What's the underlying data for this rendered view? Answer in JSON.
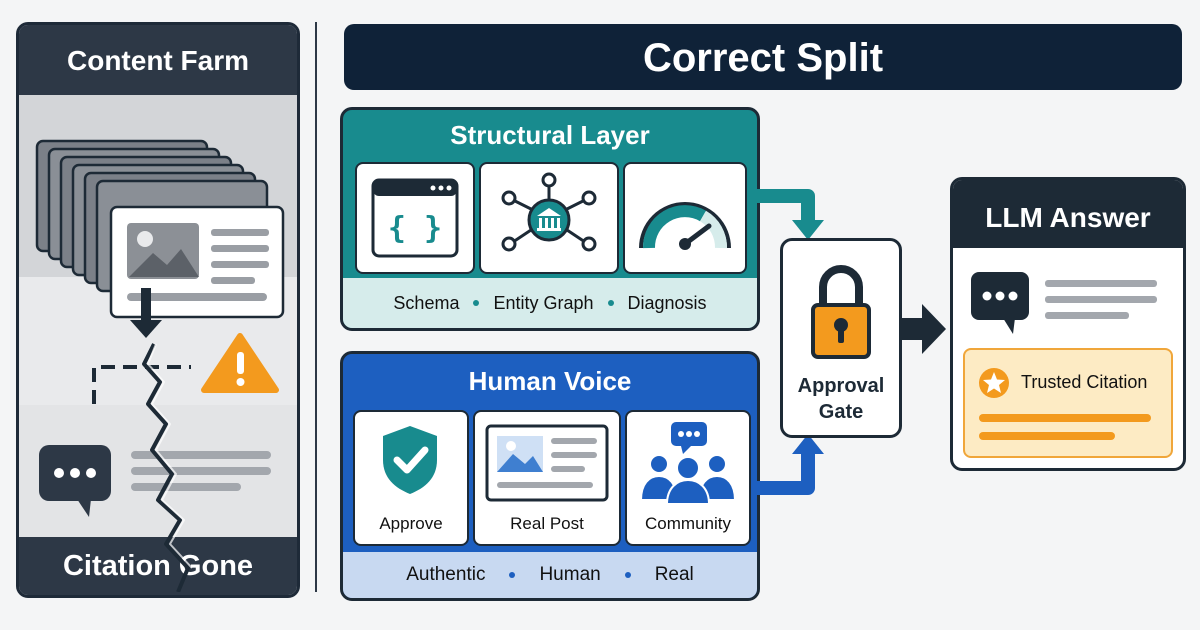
{
  "left_panel": {
    "title": "Content Farm",
    "footer": "Citation Gone",
    "warning_icon": "warning-triangle-icon"
  },
  "banner": {
    "title": "Correct Split"
  },
  "structural_layer": {
    "title": "Structural Layer",
    "icons": [
      "code-braces-icon",
      "entity-graph-icon",
      "gauge-icon"
    ],
    "tags": [
      "Schema",
      "Entity Graph",
      "Diagnosis"
    ]
  },
  "human_voice": {
    "title": "Human Voice",
    "cards": [
      {
        "label": "Approve",
        "icon": "shield-check-icon"
      },
      {
        "label": "Real Post",
        "icon": "post-image-icon"
      },
      {
        "label": "Community",
        "icon": "community-icon"
      }
    ],
    "tags": [
      "Authentic",
      "Human",
      "Real"
    ]
  },
  "gate": {
    "label_line1": "Approval",
    "label_line2": "Gate",
    "icon": "padlock-icon"
  },
  "llm_answer": {
    "title": "LLM Answer",
    "trusted_label": "Trusted Citation",
    "icons": [
      "chat-bubble-icon",
      "star-icon"
    ]
  },
  "colors": {
    "navy": "#1d2a36",
    "teal": "#188b8e",
    "blue": "#1d5fc0",
    "orange": "#f39a1e",
    "gray_header": "#2d3846"
  }
}
